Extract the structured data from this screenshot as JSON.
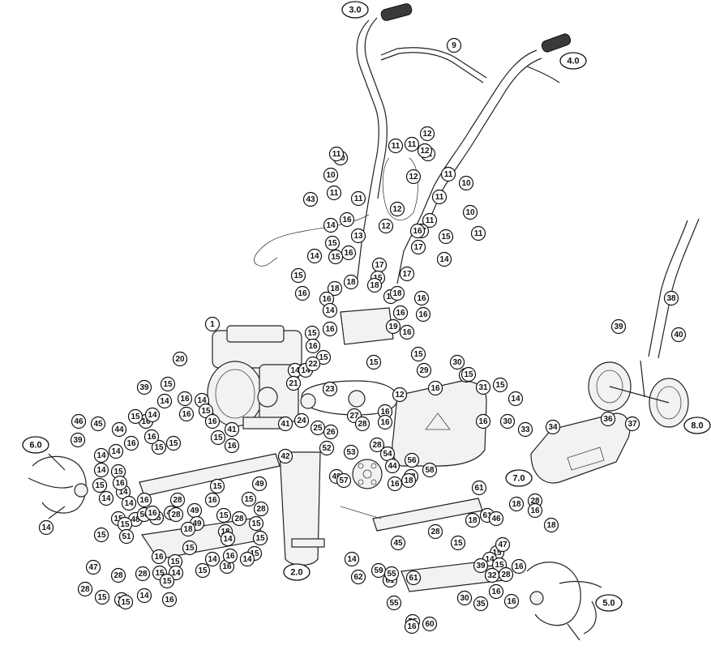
{
  "assemblies": [
    {
      "id": "a30",
      "label": "3.0"
    },
    {
      "id": "a40",
      "label": "4.0"
    },
    {
      "id": "a60",
      "label": "6.0"
    },
    {
      "id": "a70",
      "label": "7.0"
    },
    {
      "id": "a80",
      "label": "8.0"
    },
    {
      "id": "a20",
      "label": "2.0"
    },
    {
      "id": "a50",
      "label": "5.0"
    }
  ],
  "callouts": [
    "9",
    "10",
    "10",
    "11",
    "11",
    "11",
    "11",
    "11",
    "12",
    "12",
    "11",
    "10",
    "11",
    "10",
    "11",
    "11",
    "43",
    "12",
    "12",
    "11",
    "14",
    "16",
    "13",
    "12",
    "17",
    "17",
    "16",
    "15",
    "14",
    "15",
    "16",
    "17",
    "14",
    "15",
    "15",
    "18",
    "18",
    "15",
    "17",
    "16",
    "16",
    "18",
    "18",
    "18",
    "16",
    "16",
    "16",
    "14",
    "1",
    "15",
    "16",
    "19",
    "16",
    "16",
    "15",
    "15",
    "15",
    "14",
    "14",
    "20",
    "21",
    "22",
    "15",
    "23",
    "29",
    "16",
    "12",
    "16",
    "30",
    "15",
    "31",
    "15",
    "14",
    "39",
    "15",
    "16",
    "14",
    "16",
    "14",
    "15",
    "16",
    "46",
    "45",
    "44",
    "16",
    "15",
    "14",
    "15",
    "16",
    "39",
    "14",
    "16",
    "14",
    "41",
    "15",
    "15",
    "27",
    "28",
    "16",
    "16",
    "42",
    "41",
    "24",
    "25",
    "26",
    "28",
    "16",
    "30",
    "33",
    "34",
    "36",
    "37",
    "38",
    "39",
    "40",
    "52",
    "53",
    "54",
    "56",
    "44",
    "58",
    "49",
    "58",
    "49",
    "18",
    "16",
    "57",
    "28",
    "16",
    "15",
    "28",
    "49",
    "15",
    "48",
    "16",
    "15",
    "14",
    "14",
    "15",
    "15",
    "16",
    "14",
    "15",
    "14",
    "15",
    "49",
    "49",
    "15",
    "18",
    "18",
    "28",
    "50",
    "15",
    "28",
    "15",
    "16",
    "16",
    "14",
    "15",
    "15",
    "51",
    "16",
    "15",
    "14",
    "15",
    "14",
    "15",
    "16",
    "14",
    "15",
    "47",
    "28",
    "28",
    "15",
    "14",
    "28",
    "15",
    "14",
    "15",
    "16",
    "14",
    "14",
    "59",
    "61",
    "62",
    "55",
    "61",
    "55",
    "55",
    "45",
    "16",
    "60",
    "61",
    "61",
    "18",
    "28",
    "46",
    "18",
    "16",
    "18",
    "28",
    "15",
    "15",
    "14",
    "15",
    "16",
    "47",
    "39",
    "35",
    "28",
    "32",
    "30",
    "16",
    "16"
  ]
}
